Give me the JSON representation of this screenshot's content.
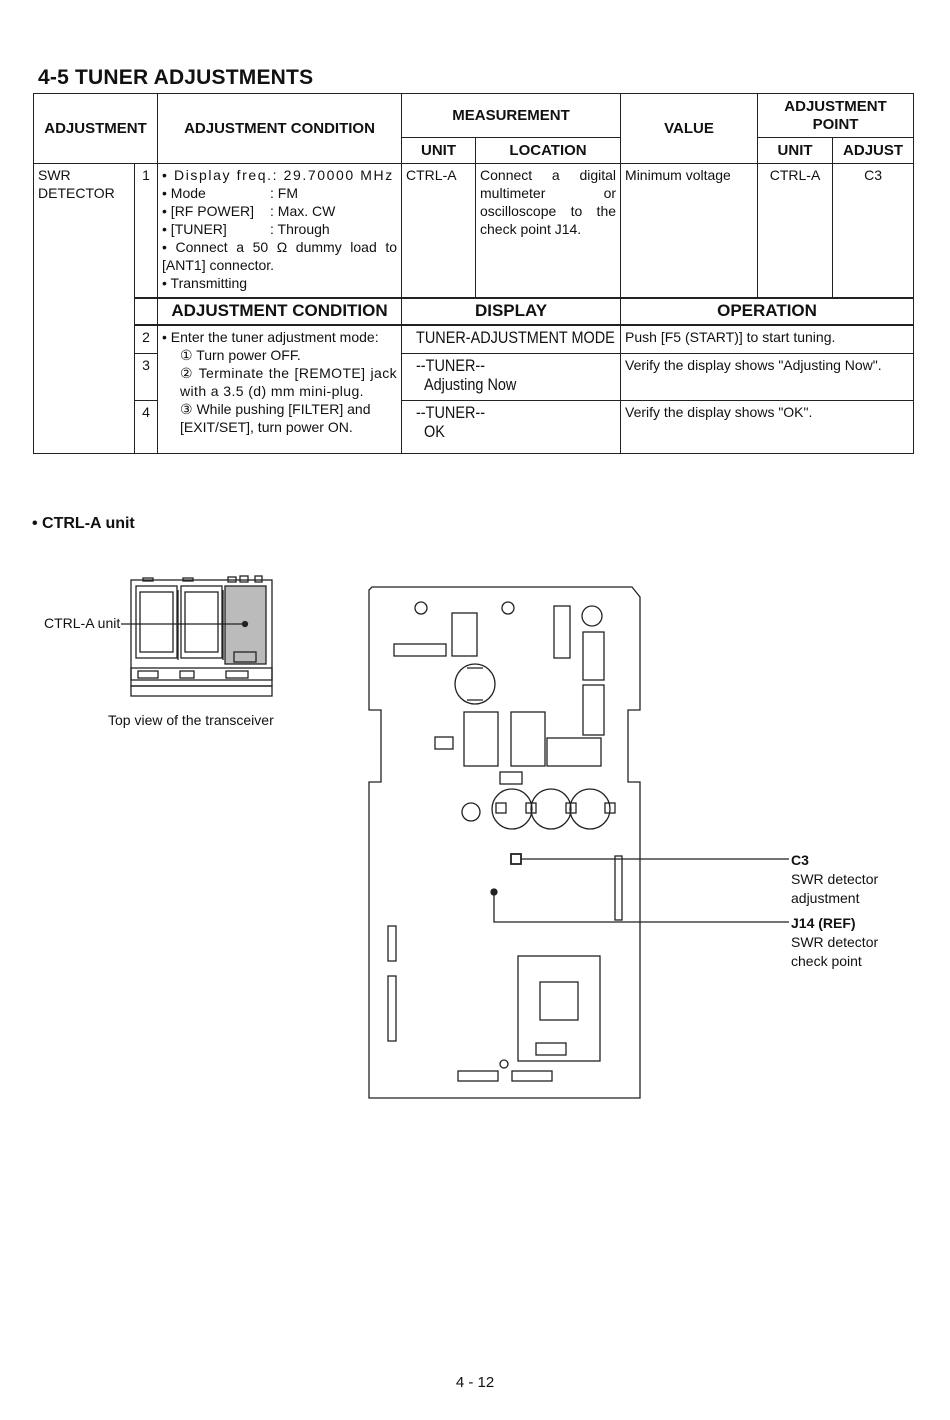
{
  "title": "4-5 TUNER ADJUSTMENTS",
  "table": {
    "headers": {
      "adjustment": "ADJUSTMENT",
      "adjustment_condition": "ADJUSTMENT CONDITION",
      "measurement": "MEASUREMENT",
      "unit": "UNIT",
      "location": "LOCATION",
      "value": "VALUE",
      "adjustment_point": "ADJUSTMENT POINT",
      "ap_unit": "UNIT",
      "ap_adjust": "ADJUST"
    },
    "item": "SWR DETECTOR",
    "step1": {
      "num": "1",
      "conditions": [
        "• Display freq.: 29.70000 MHz",
        "• Mode",
        ": FM",
        "• [RF POWER]",
        ": Max. CW",
        "• [TUNER]",
        ": Through",
        "• Connect a 50 Ω dummy load to [ANT1] connector.",
        "• Transmitting"
      ],
      "unit": "CTRL-A",
      "location": "Connect a digital multimeter or oscilloscope to the check point J14.",
      "value": "Minimum voltage",
      "ap_unit": "CTRL-A",
      "ap_adjust": "C3"
    },
    "headers2": {
      "condition": "ADJUSTMENT CONDITION",
      "display": "DISPLAY",
      "operation": "OPERATION"
    },
    "mode_conditions": {
      "intro": "• Enter the tuner adjustment mode:",
      "s1": "① Turn power OFF.",
      "s2": "② Terminate the [REMOTE] jack with a 3.5 (d) mm mini-plug.",
      "s3": "③ While pushing [FILTER] and [EXIT/SET], turn power ON."
    },
    "steps": [
      {
        "num": "2",
        "display_1": "TUNER-ADJUSTMENT MODE",
        "display_2": "",
        "operation": "Push  [F5 (START)] to start tuning."
      },
      {
        "num": "3",
        "display_1": "--TUNER--",
        "display_2": "Adjusting Now",
        "operation": "Verify the display shows \"Adjusting Now\"."
      },
      {
        "num": "4",
        "display_1": "--TUNER--",
        "display_2": "OK",
        "operation": "Verify the display shows \"OK\"."
      }
    ]
  },
  "section": {
    "heading": "• CTRL-A unit",
    "unit_label": "CTRL-A unit",
    "top_view_caption": "Top view of the transceiver"
  },
  "callouts": {
    "c3_name": "C3",
    "c3_desc_1": "SWR detector",
    "c3_desc_2": "adjustment",
    "j14_name": "J14 (REF)",
    "j14_desc_1": "SWR detector",
    "j14_desc_2": "check point"
  },
  "page_number": "4 - 12"
}
